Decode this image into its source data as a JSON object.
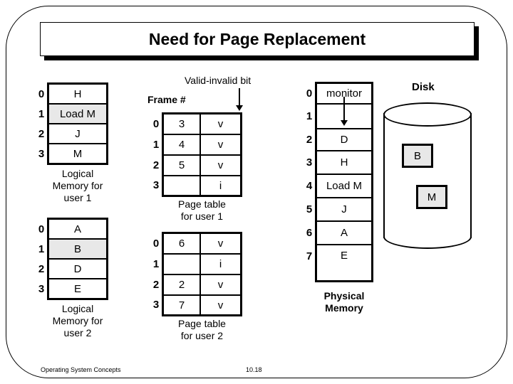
{
  "slide": {
    "title": "Need for Page Replacement",
    "footer_left": "Operating System Concepts",
    "footer_page": "10.18"
  },
  "labels": {
    "valid_invalid_bit": "Valid-invalid bit",
    "frame_hash": "Frame #",
    "disk": "Disk",
    "physical_memory_line1": "Physical",
    "physical_memory_line2": "Memory"
  },
  "logical_memory_user1": {
    "caption_line1": "Logical",
    "caption_line2": "Memory for",
    "caption_line3": "user 1",
    "rows": [
      {
        "index": "0",
        "value": "H",
        "highlight": false
      },
      {
        "index": "1",
        "value": "Load M",
        "highlight": true
      },
      {
        "index": "2",
        "value": "J",
        "highlight": false
      },
      {
        "index": "3",
        "value": "M",
        "highlight": false
      }
    ]
  },
  "logical_memory_user2": {
    "caption_line1": "Logical",
    "caption_line2": "Memory for",
    "caption_line3": "user 2",
    "rows": [
      {
        "index": "0",
        "value": "A",
        "highlight": false
      },
      {
        "index": "1",
        "value": "B",
        "highlight": true
      },
      {
        "index": "2",
        "value": "D",
        "highlight": false
      },
      {
        "index": "3",
        "value": "E",
        "highlight": false
      }
    ]
  },
  "page_table_user1": {
    "caption_line1": "Page table",
    "caption_line2": "for user 1",
    "rows": [
      {
        "index": "0",
        "frame": "3",
        "valid": "v"
      },
      {
        "index": "1",
        "frame": "4",
        "valid": "v"
      },
      {
        "index": "2",
        "frame": "5",
        "valid": "v"
      },
      {
        "index": "3",
        "frame": "",
        "valid": "i"
      }
    ]
  },
  "page_table_user2": {
    "caption_line1": "Page table",
    "caption_line2": "for user 2",
    "rows": [
      {
        "index": "0",
        "frame": "6",
        "valid": "v"
      },
      {
        "index": "1",
        "frame": "",
        "valid": "i"
      },
      {
        "index": "2",
        "frame": "2",
        "valid": "v"
      },
      {
        "index": "3",
        "frame": "7",
        "valid": "v"
      }
    ]
  },
  "physical_memory": {
    "rows": [
      {
        "index": "0",
        "value": "monitor"
      },
      {
        "index": "1",
        "value": ""
      },
      {
        "index": "2",
        "value": "D"
      },
      {
        "index": "3",
        "value": "H"
      },
      {
        "index": "4",
        "value": "Load M"
      },
      {
        "index": "5",
        "value": "J"
      },
      {
        "index": "6",
        "value": "A"
      },
      {
        "index": "7",
        "value": "E"
      }
    ]
  },
  "disk": {
    "blocks": [
      {
        "value": "B"
      },
      {
        "value": "M"
      }
    ]
  },
  "colors": {
    "highlight": "#e8e8e8",
    "line": "#000000",
    "background": "#ffffff"
  }
}
